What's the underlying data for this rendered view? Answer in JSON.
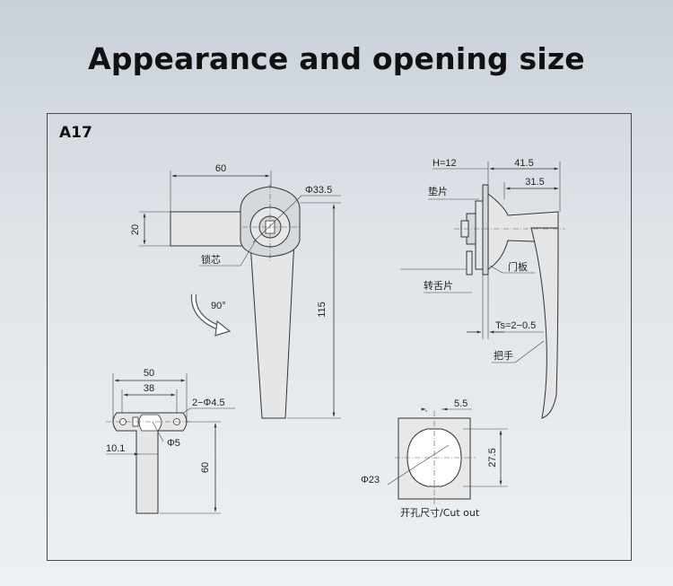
{
  "title": "Appearance and opening size",
  "model": "A17",
  "front_view": {
    "dim_width": "60",
    "dim_height": "20",
    "dim_diameter": "Φ33.5",
    "dim_length": "115",
    "label_core": "锁芯",
    "rotation": "90°"
  },
  "side_view": {
    "dim_h": "H=12",
    "dim_a": "41.5",
    "dim_b": "31.5",
    "label_gasket": "垫片",
    "label_door": "门板",
    "label_cam": "转舌片",
    "dim_ts": "Ts=2−0.5",
    "label_handle": "把手"
  },
  "cam_view": {
    "dim_overall": "50",
    "dim_holes": "38",
    "dim_hole_dia": "2−Φ4.5",
    "dim_center_dia": "Φ5",
    "dim_offset": "10.1",
    "dim_length": "60"
  },
  "cutout_view": {
    "dim_flat": "5.5",
    "dim_across": "27.5",
    "dim_diameter": "Φ23",
    "caption": "开孔尺寸/Cut out"
  },
  "colors": {
    "line": "#333333",
    "part_fill": "#e4e6e8",
    "frame": "#4a4a4a"
  }
}
